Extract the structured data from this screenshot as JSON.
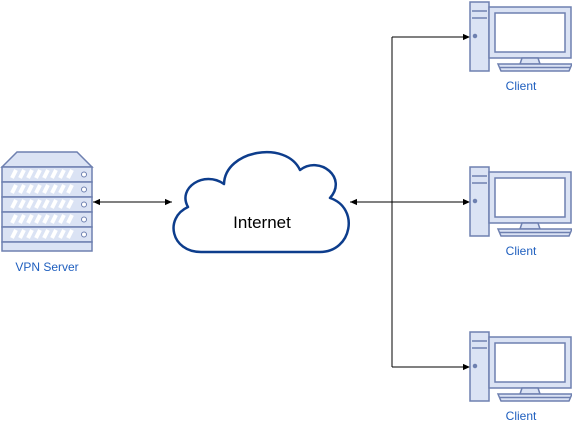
{
  "nodes": {
    "server": {
      "label": "VPN Server",
      "icon": "server-rack-icon"
    },
    "cloud": {
      "label": "Internet",
      "icon": "cloud-icon"
    },
    "clients": [
      {
        "label": "Client",
        "icon": "desktop-computer-icon"
      },
      {
        "label": "Client",
        "icon": "desktop-computer-icon"
      },
      {
        "label": "Client",
        "icon": "desktop-computer-icon"
      }
    ]
  },
  "colors": {
    "stroke": "#6e80b0",
    "fill": "#dbe3f4",
    "cloud_stroke": "#0d3d8c",
    "label": "#1f5fbf",
    "line": "#000000"
  }
}
